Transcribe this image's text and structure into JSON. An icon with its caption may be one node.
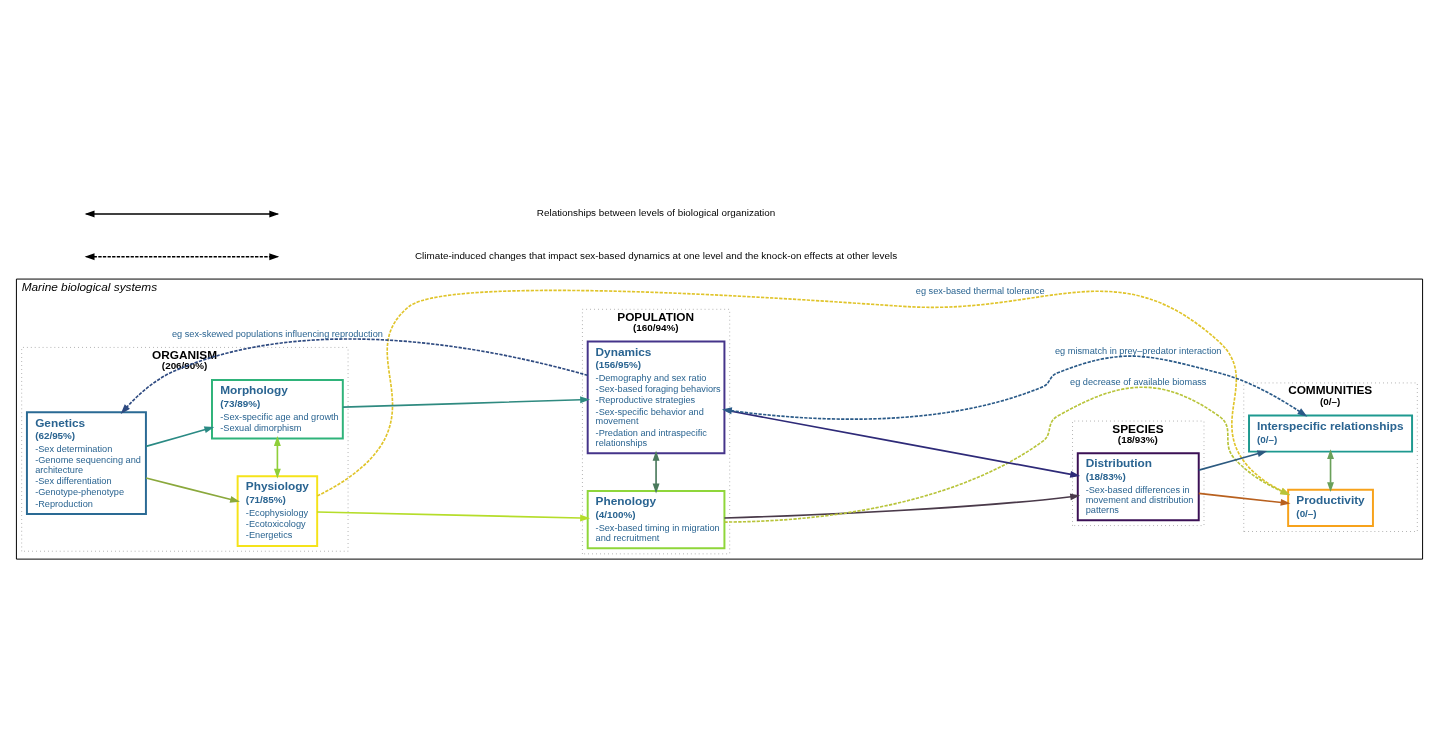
{
  "diagram": {
    "nodes": [
      {
        "text": [
          "Marine biological systems"
        ]
      },
      {
        "text": [
          "ORGANISM",
          "(206/90%)"
        ],
        "in": 0
      },
      {
        "text": [
          "POPULATION",
          "(160/94%)"
        ],
        "in": 0
      },
      {
        "text": [
          "SPECIES",
          "(18/93%)"
        ],
        "in": 0
      },
      {
        "text": [
          "COMMUNITIES",
          "(0/–)"
        ],
        "in": 0
      },
      {
        "text": [
          "Genetics",
          "(62/95%)",
          "-Sex determination",
          "-Genome sequencing and architecture",
          "-Sex differentiation",
          "-Genotype-phenotype",
          "-Reproduction"
        ],
        "in": 1
      },
      {
        "text": [
          "Physiology",
          "(71/85%)",
          "-Ecophysiology",
          "-Ecotoxicology",
          "-Energetics"
        ],
        "in": 1
      },
      {
        "text": [
          "Morphology",
          "(73/89%)",
          "-Sex-specific age and growth",
          "-Sexual dimorphism"
        ],
        "in": 1
      },
      {
        "text": [
          "Phenology",
          "(4/100%)",
          "-Sex-based timing in migration and recruitment"
        ],
        "in": 2
      },
      {
        "text": [
          "Dynamics",
          "(156/95%)",
          "-Demography and sex ratio",
          "-Sex-based foraging behaviors",
          "-Reproductive strategies",
          "-Sex-specific behavior and movement",
          "-Predation and intraspecific relationships"
        ],
        "in": 2
      },
      {
        "text": [
          "Distribution",
          "(18/83%)",
          "-Sex-based differences in movement and distribution patterns"
        ],
        "in": 3
      },
      {
        "text": [
          "Productivity",
          "(0/–)"
        ],
        "in": 4
      },
      {
        "text": [
          "Interspecific relationships",
          "(0/–)"
        ],
        "in": 4
      }
    ],
    "edges": [
      {
        "from": 5,
        "to": 6,
        "arrow": "to",
        "color": "#8aa83c"
      },
      {
        "from": 5,
        "to": 7,
        "arrow": "to",
        "color": "#2a8a84"
      },
      {
        "from": 6,
        "to": 7,
        "arrow": "both",
        "color": "#8fcf3a"
      },
      {
        "from": 6,
        "to": 8,
        "arrow": "to",
        "color": "#b5dd2a"
      },
      {
        "from": 7,
        "to": 9,
        "arrow": "to",
        "color": "#2f8a80"
      },
      {
        "from": 8,
        "to": 9,
        "arrow": "both",
        "color": "#4a7a5c"
      },
      {
        "from": 8,
        "to": 10,
        "arrow": "to",
        "color": "#4a3a4a"
      },
      {
        "from": 9,
        "to": 10,
        "arrow": "to",
        "color": "#2e2a78"
      },
      {
        "from": 10,
        "to": 11,
        "arrow": "to",
        "color": "#b8601e"
      },
      {
        "from": 10,
        "to": 12,
        "arrow": "to",
        "color": "#2c5a80"
      },
      {
        "from": 11,
        "to": 12,
        "arrow": "both",
        "color": "#6aa05a"
      },
      {
        "from": 6,
        "to": 11,
        "arrow": "to",
        "label": "eg sex-based thermal tolerance",
        "style": "dashed",
        "color": "#e0c42a"
      },
      {
        "from": 8,
        "to": 11,
        "arrow": "to",
        "label": "eg decrease of available biomass",
        "style": "dashed",
        "color": "#b8c43a"
      },
      {
        "from": 9,
        "to": 5,
        "arrow": "to",
        "label": "eg sex-skewed populations influencing reproduction",
        "style": "dashed",
        "color": "#2e4a80"
      },
      {
        "from": 12,
        "to": 9,
        "arrow": "both",
        "label": "eg mismatch in prey–predator interaction",
        "style": "dashed",
        "color": "#2a5a88"
      }
    ],
    "legend": [
      {
        "text": "Relationships between levels of biological organization"
      },
      {
        "text": "Climate-induced changes that impact sex-based dynamics at one level and the knock-on effects at other levels"
      }
    ]
  }
}
